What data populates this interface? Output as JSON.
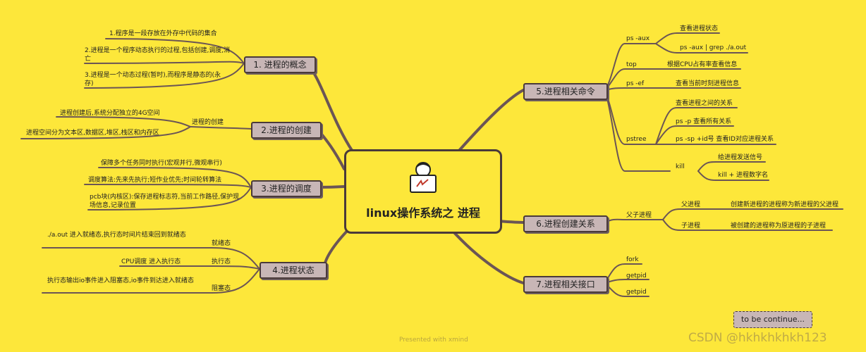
{
  "central": {
    "title": "linux操作系统之 进程",
    "icon": "person-laptop-icon"
  },
  "left": {
    "b1": {
      "label": "1. 进程的概念",
      "items": [
        "1.程序是一段存放在外存中代码的集合",
        "2.进程是一个程序动态执行的过程,包括创建,调度,消亡",
        "3.进程是一个动态过程(暂时),而程序是静态的(永存)"
      ]
    },
    "b2": {
      "label": "2.进程的创建",
      "sub": "进程的创建",
      "items": [
        "进程创建后,系统分配独立的4G空间",
        "进程空间分为文本区,数据区,堆区,栈区和内存区"
      ]
    },
    "b3": {
      "label": "3.进程的调度",
      "items": [
        "保障多个任务同时执行(宏观并行,微观串行)",
        "调度算法:先来先执行;短作业优先;时间轮转算法",
        "pcb块(内核区):保存进程标志符,当前工作路径,保护现场信息,记录位置"
      ]
    },
    "b4": {
      "label": "4.进程状态",
      "states": [
        {
          "name": "就绪态",
          "desc": "./a.out 进入就绪态,执行态时间片结束回到就绪态"
        },
        {
          "name": "执行态",
          "desc": "CPU调度 进入执行态"
        },
        {
          "name": "阻塞态",
          "desc": "执行态输出io事件进入阻塞态,io事件到达进入就绪态"
        }
      ]
    }
  },
  "right": {
    "b5": {
      "label": "5.进程相关命令",
      "ps_aux": "ps -aux",
      "ps_aux_1": "查看进程状态",
      "ps_aux_2": "ps -aux | grep ./a.out",
      "top": "top",
      "top_desc": "根据CPU占有率查看信息",
      "ps_ef": "ps -ef",
      "ps_ef_desc": "查看当前时刻进程信息",
      "pstree": "pstree",
      "pstree_1": "查看进程之间的关系",
      "pstree_2": "ps -p 查看所有关系",
      "pstree_3": "ps -sp +id号 查看ID对应进程关系",
      "kill": "kill",
      "kill_1": "给进程发送信号",
      "kill_2": "kill + 进程数字名"
    },
    "b6": {
      "label": "6.进程创建关系",
      "sub": "父子进程",
      "p": "父进程",
      "p_desc": "创建新进程的进程称为新进程的父进程",
      "c": "子进程",
      "c_desc": "被创建的进程称为原进程的子进程"
    },
    "b7": {
      "label": "7.进程相关接口",
      "items": [
        "fork",
        "getpid",
        "getpid"
      ]
    }
  },
  "to_be_continue": "to be continue...",
  "footer": "Presented with xmind",
  "watermark": "CSDN @hkhkhkhkh123"
}
